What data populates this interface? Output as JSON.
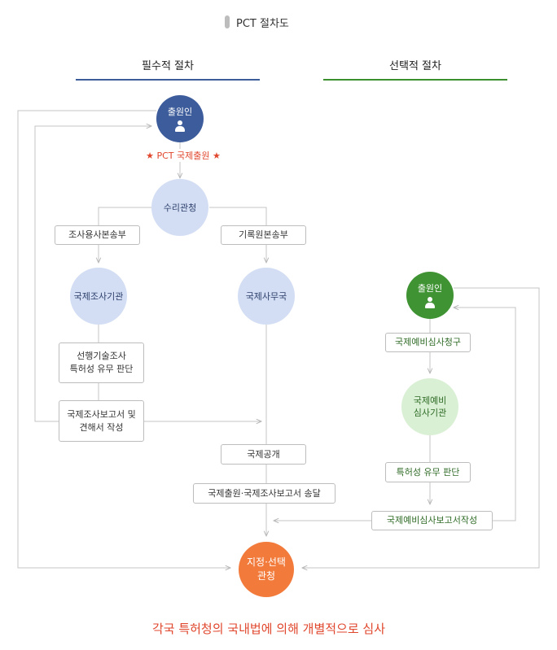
{
  "header": {
    "title": "PCT 절차도"
  },
  "columns": {
    "required": "필수적 절차",
    "optional": "선택적 절차"
  },
  "nodes": {
    "applicant_left": "출원인",
    "intl_filing_label": "★  PCT 국제출원  ★",
    "receiving_office": "수리관청",
    "search_copy": "조사용사본송부",
    "record_copy": "기록원본송부",
    "isa": "국제조사기관",
    "ib": "국제사무국",
    "prior_art_line1": "선행기술조사",
    "prior_art_line2": "특허성 유무 판단",
    "isr_line1": "국제조사보고서 및",
    "isr_line2": "견해서 작성",
    "publication": "국제공개",
    "transmittal": "국제출원·국제조사보고서 송달",
    "applicant_right": "출원인",
    "demand": "국제예비심사청구",
    "ipea_line1": "국제예비",
    "ipea_line2": "심사기관",
    "patentability": "특허성 유무 판단",
    "iper": "국제예비심사보고서작성",
    "designated_line1": "지정·선택",
    "designated_line2": "관청"
  },
  "footer": "각국 특허청의 국내법에 의해 개별적으로 심사",
  "colors": {
    "dark_blue": "#3d5c9b",
    "light_blue": "#d3def4",
    "green": "#3f9333",
    "light_green": "#d9f0d4",
    "orange": "#f27b3c",
    "red_text": "#e0462c"
  },
  "icons": [
    "person-icon"
  ]
}
